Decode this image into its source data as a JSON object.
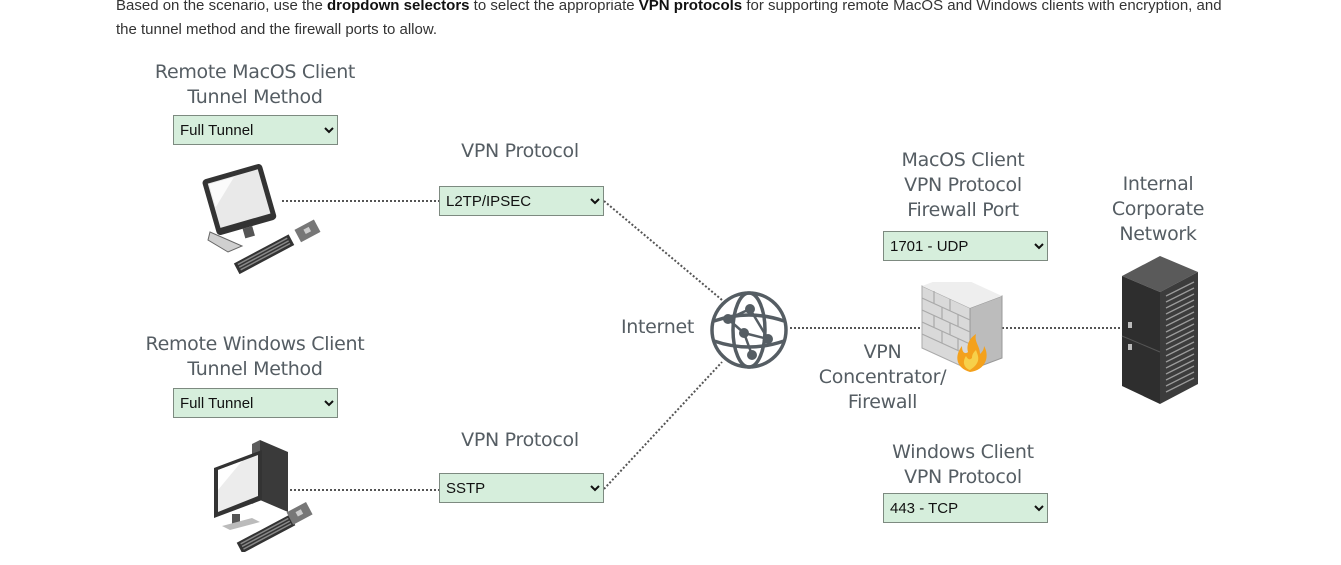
{
  "instructions": {
    "part1": "Based on the scenario, use the ",
    "bold1": "dropdown selectors",
    "part2": " to select the appropriate ",
    "bold2": "VPN protocols",
    "part3": " for supporting remote MacOS and Windows clients with encryption, and the tunnel method and the firewall ports to allow."
  },
  "mac_tunnel": {
    "label_line1": "Remote MacOS Client",
    "label_line2": "Tunnel Method",
    "selected": "Full Tunnel"
  },
  "windows_tunnel": {
    "label_line1": "Remote Windows Client",
    "label_line2": "Tunnel Method",
    "selected": "Full Tunnel"
  },
  "mac_protocol": {
    "label": "VPN Protocol",
    "selected": "L2TP/IPSEC"
  },
  "windows_protocol": {
    "label": "VPN Protocol",
    "selected": "SSTP"
  },
  "internet": {
    "label": "Internet"
  },
  "concentrator": {
    "label_line1": "VPN",
    "label_line2": "Concentrator/",
    "label_line3": "Firewall"
  },
  "mac_port": {
    "label_line1": "MacOS Client",
    "label_line2": "VPN Protocol",
    "label_line3": "Firewall Port",
    "selected": "1701 - UDP"
  },
  "windows_port": {
    "label_line1": "Windows Client",
    "label_line2": "VPN Protocol",
    "selected": "443 - TCP"
  },
  "corporate": {
    "label_line1": "Internal",
    "label_line2": "Corporate",
    "label_line3": "Network"
  },
  "icons": {
    "mac_client": "all-in-one-computer-icon",
    "windows_client": "desktop-computer-icon",
    "internet": "globe-network-icon",
    "firewall": "firewall-icon",
    "server": "server-rack-icon"
  }
}
